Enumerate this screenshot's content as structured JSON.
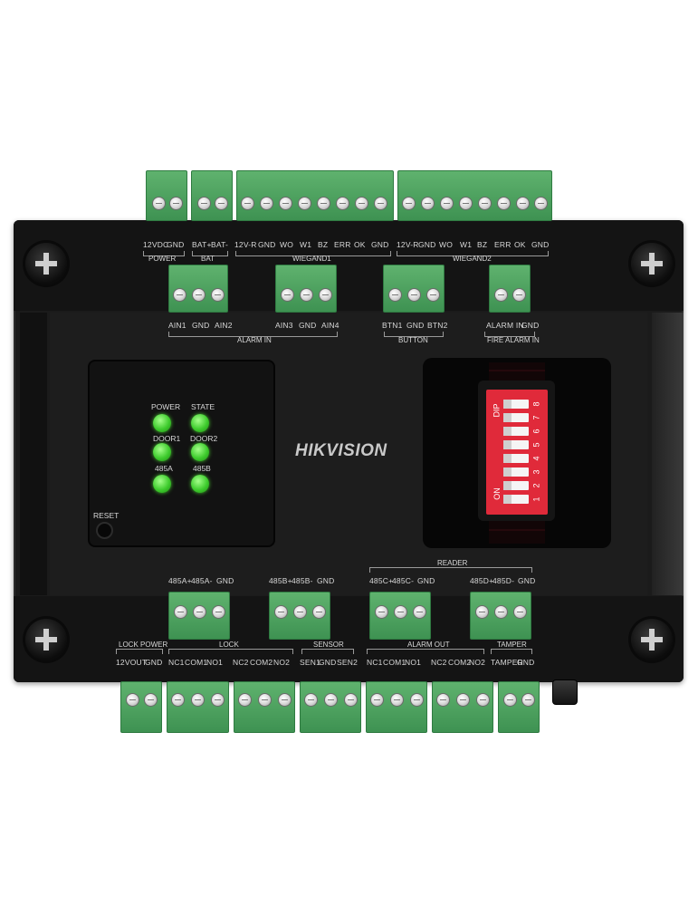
{
  "brand": "HIKVISION",
  "top_labels": {
    "power": [
      "12VDC",
      "GND"
    ],
    "bat": [
      "BAT+",
      "BAT-"
    ],
    "wiegand1": [
      "12V-R",
      "GND",
      "WO",
      "W1",
      "BZ",
      "ERR",
      "OK",
      "GND"
    ],
    "wiegand2": [
      "12V-R",
      "GND",
      "WO",
      "W1",
      "BZ",
      "ERR",
      "OK",
      "GND"
    ]
  },
  "top_groups": {
    "power": "POWER",
    "bat": "BAT",
    "wiegand1": "WIEGAND1",
    "wiegand2": "WIEGAND2"
  },
  "mid_top_labels": {
    "alarm_in_a": [
      "AIN1",
      "GND",
      "AIN2"
    ],
    "alarm_in_b": [
      "AIN3",
      "GND",
      "AIN4"
    ],
    "button": [
      "BTN1",
      "GND",
      "BTN2"
    ],
    "fire": [
      "ALARM IN",
      "GND"
    ]
  },
  "mid_top_groups": {
    "alarm_in": "ALARM IN",
    "button": "BUTTON",
    "fire": "FIRE ALARM IN"
  },
  "leds": [
    {
      "label": "POWER"
    },
    {
      "label": "STATE"
    },
    {
      "label": "DOOR1"
    },
    {
      "label": "DOOR2"
    },
    {
      "label": "485A"
    },
    {
      "label": "485B"
    }
  ],
  "reset_label": "RESET",
  "dip": {
    "on_label": "ON",
    "dip_label": "DIP",
    "numbers": [
      "1",
      "2",
      "3",
      "4",
      "5",
      "6",
      "7",
      "8"
    ]
  },
  "mid_bot_labels": {
    "a": [
      "485A+",
      "485A-",
      "GND"
    ],
    "b": [
      "485B+",
      "485B-",
      "GND"
    ],
    "c": [
      "485C+",
      "485C-",
      "GND"
    ],
    "d": [
      "485D+",
      "485D-",
      "GND"
    ]
  },
  "reader_label": "READER",
  "bottom_groups": {
    "lock_power": "LOCK POWER",
    "lock": "LOCK",
    "sensor": "SENSOR",
    "alarm_out": "ALARM OUT",
    "tamper": "TAMPER"
  },
  "bottom_labels": {
    "lock_power": [
      "12VOUT",
      "GND"
    ],
    "lock1": [
      "NC1",
      "COM1",
      "NO1"
    ],
    "lock2": [
      "NC2",
      "COM2",
      "NO2"
    ],
    "sensor": [
      "SEN1",
      "GND",
      "SEN2"
    ],
    "alarm1": [
      "NC1",
      "COM1",
      "NO1"
    ],
    "alarm2": [
      "NC2",
      "COM2",
      "NO2"
    ],
    "tamper": [
      "TAMPER",
      "GND"
    ]
  }
}
